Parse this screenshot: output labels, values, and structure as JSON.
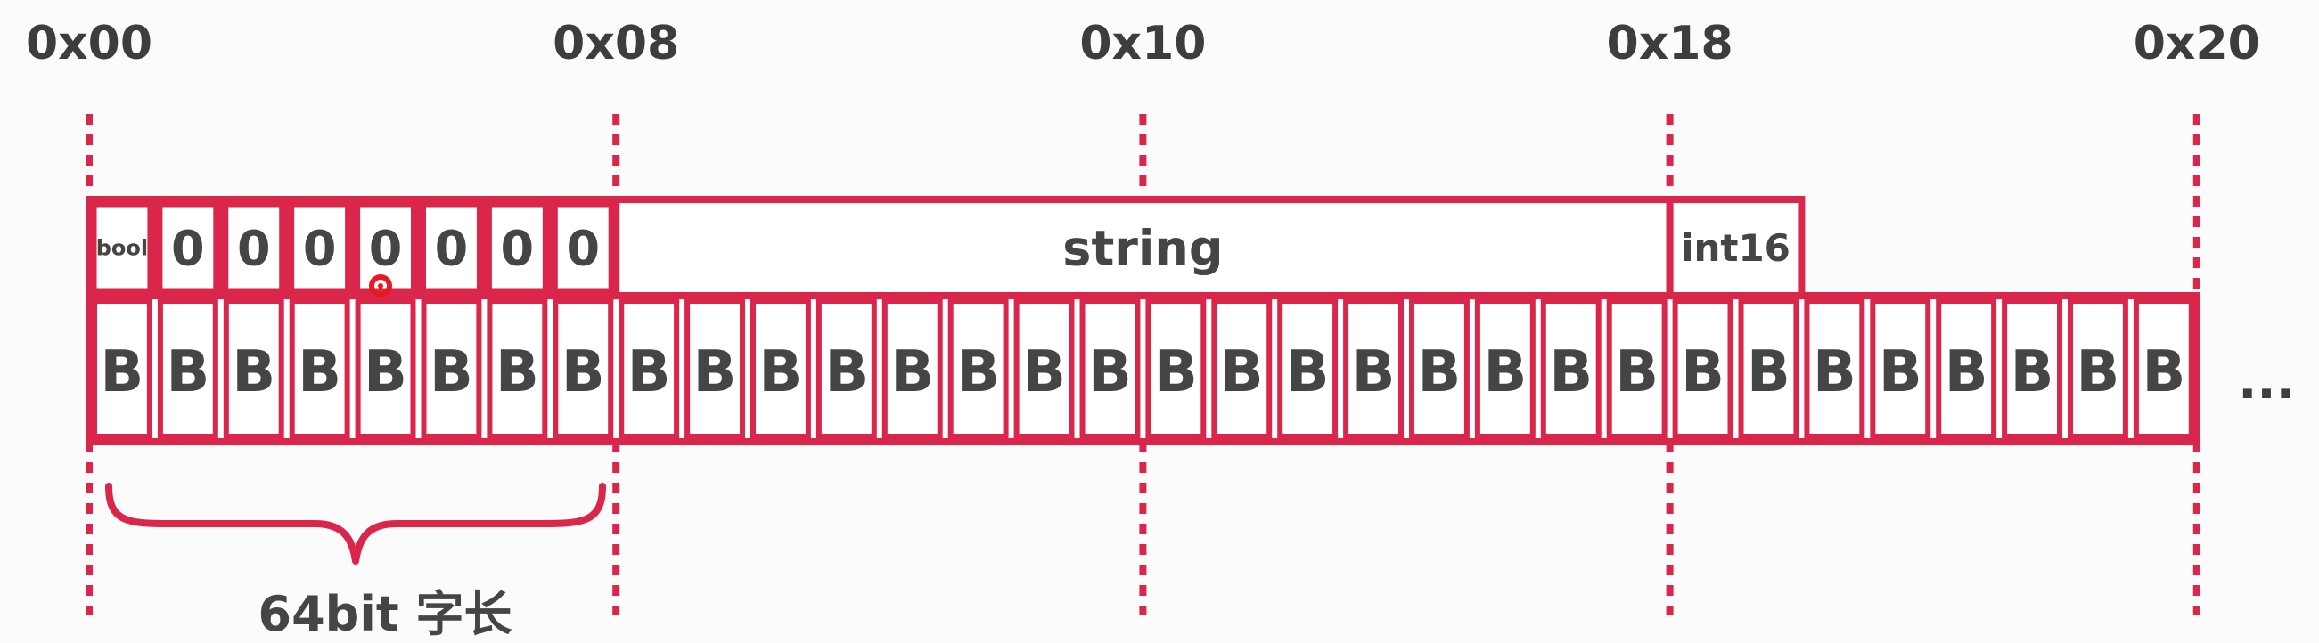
{
  "diagram": {
    "addresses": [
      "0x00",
      "0x08",
      "0x10",
      "0x18",
      "0x20"
    ],
    "byte_letter": "B",
    "byte_count": 32,
    "fields": [
      {
        "label": "bool",
        "bytes": 1
      },
      {
        "label": "0",
        "bytes": 1
      },
      {
        "label": "0",
        "bytes": 1
      },
      {
        "label": "0",
        "bytes": 1
      },
      {
        "label": "0",
        "bytes": 1
      },
      {
        "label": "0",
        "bytes": 1
      },
      {
        "label": "0",
        "bytes": 1
      },
      {
        "label": "0",
        "bytes": 1
      },
      {
        "label": "string",
        "bytes": 16
      },
      {
        "label": "int16",
        "bytes": 2
      }
    ],
    "ellipsis": "...",
    "brace_label": "64bit 字长",
    "colors": {
      "accent": "#d9264a",
      "text": "#454545",
      "cursor_red": "#e8191e"
    }
  }
}
